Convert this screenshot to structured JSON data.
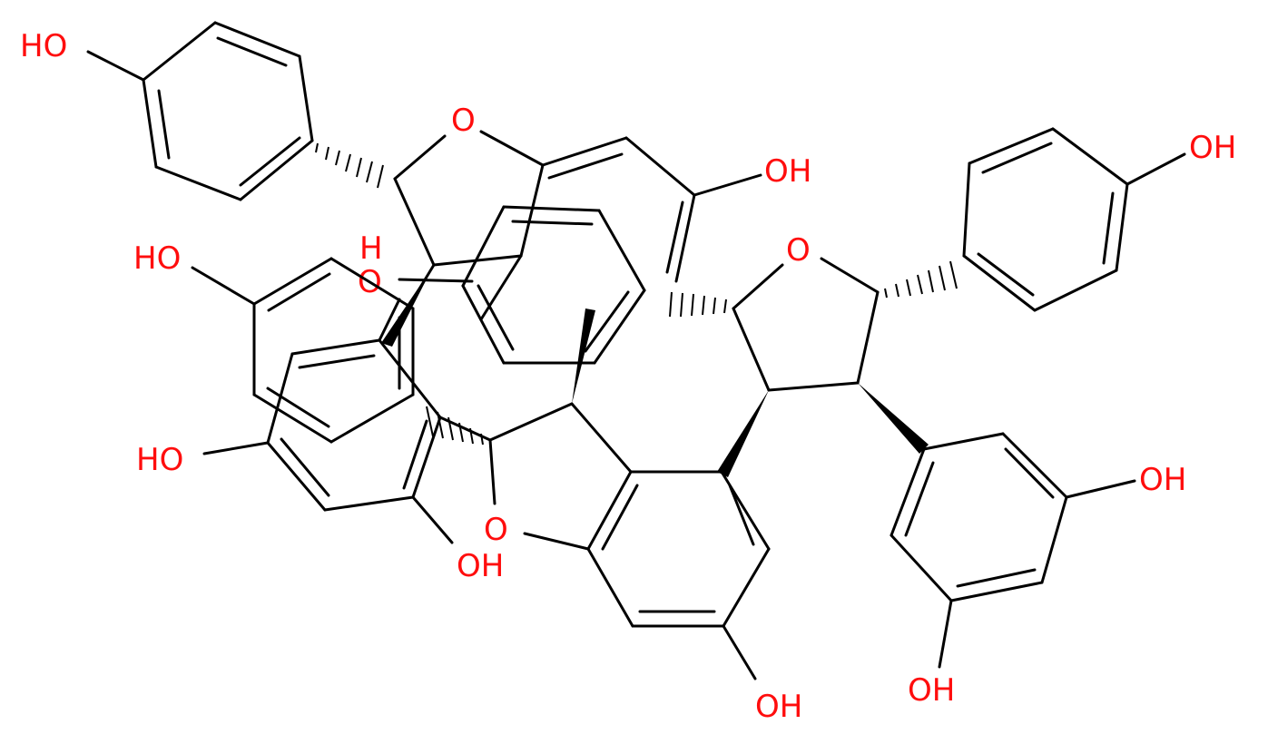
{
  "labels": {
    "oh_top_left": "HO",
    "o_top": "O",
    "oh_top_mid": "OH",
    "oh_top_right": "OH",
    "h_mid": "H",
    "o_mid_overlap": "O",
    "o_right_ring": "O",
    "ho_left_1": "HO",
    "ho_left_2": "HO",
    "oh_lower_left": "OH",
    "o_lower": "O",
    "oh_right": "OH",
    "oh_bottom_right": "OH",
    "oh_bottom": "OH"
  },
  "colors": {
    "bond": "#000000",
    "heteroatom": "#ff0d0d",
    "background": "#ffffff"
  }
}
